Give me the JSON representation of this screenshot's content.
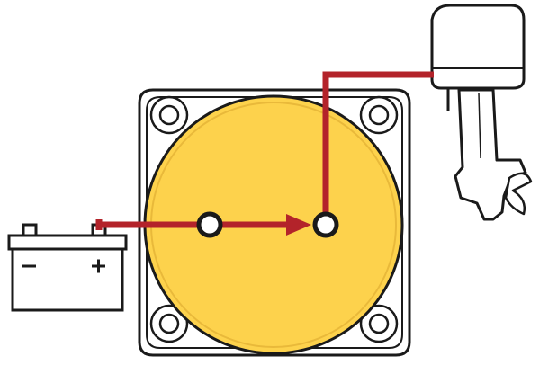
{
  "diagram": {
    "colors": {
      "background": "#ffffff",
      "switch_face": "#fdd24c",
      "wire": "#b3232a",
      "outline": "#1a1a1a",
      "terminal_fill": "#ffffff",
      "component_fill": "#ffffff"
    },
    "components": [
      {
        "id": "battery",
        "icon": "battery-icon",
        "polarity_marks": [
          "−",
          "+"
        ]
      },
      {
        "id": "switch",
        "icon": "battery-switch-icon"
      },
      {
        "id": "motor",
        "icon": "outboard-motor-icon"
      }
    ],
    "connections": [
      {
        "from": "battery-positive-terminal",
        "to": "switch-input-terminal"
      },
      {
        "from": "switch-input-terminal",
        "to": "switch-output-terminal",
        "arrow": true
      },
      {
        "from": "switch-output-terminal",
        "to": "outboard-motor"
      }
    ]
  }
}
